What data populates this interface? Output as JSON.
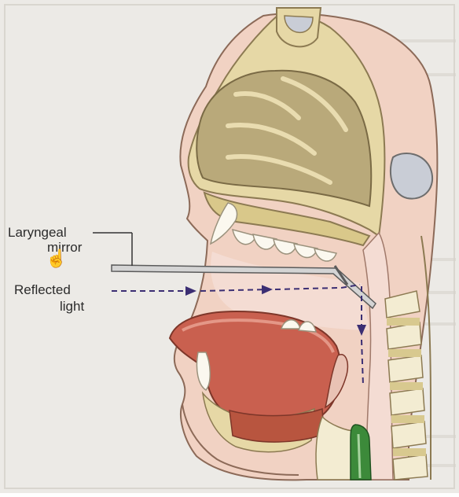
{
  "labels": {
    "laryngeal_mirror_line1": "Laryngeal",
    "laryngeal_mirror_line2": "mirror",
    "reflected_light_line1": "Reflected",
    "reflected_light_line2": "light"
  },
  "cursor": {
    "icon": "hand-pointer-icon",
    "glyph": "☝"
  },
  "colors": {
    "page": "#eceae6",
    "bone": "#e6d8a6",
    "bone_outline": "#8c7a52",
    "nasal_cavity": "#b9a97a",
    "tissue_pink": "#f2cfc2",
    "tongue": "#c9604f",
    "muscle": "#b8553f",
    "mirror": "#c8c8c8",
    "light_arrow": "#3b2e73",
    "vertebra": "#f3ecd2",
    "sinus": "#c9cdd6",
    "airway_green": "#3c8a3a"
  }
}
